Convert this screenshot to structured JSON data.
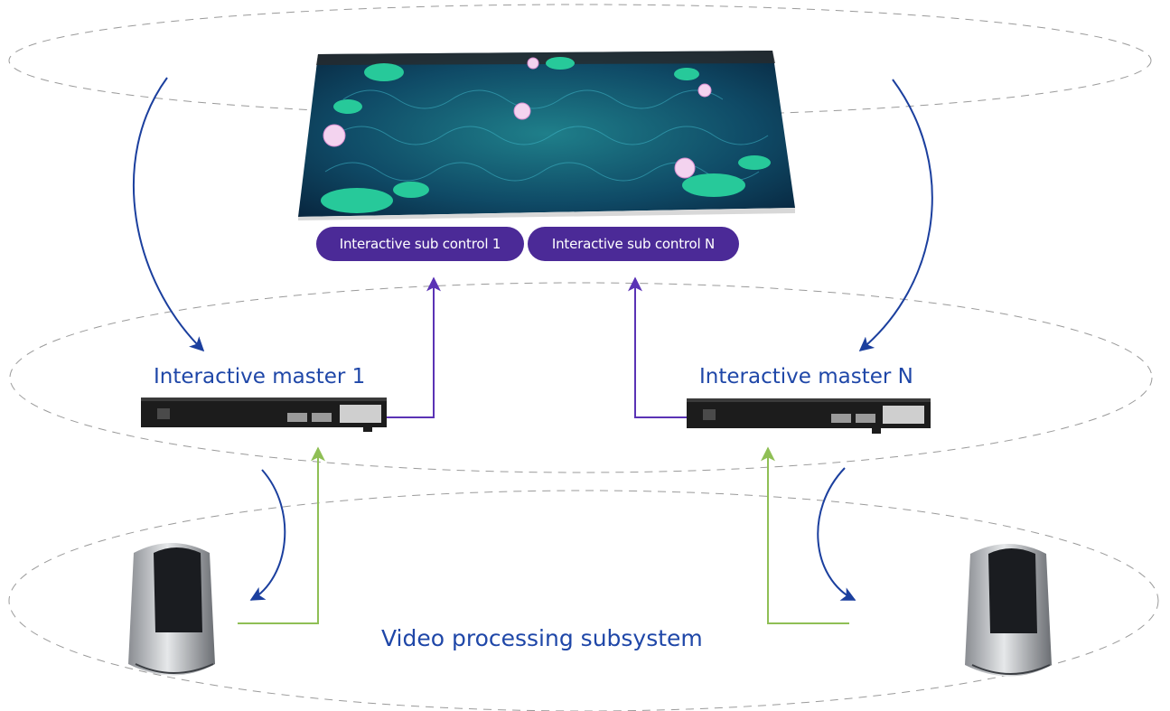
{
  "sub_controls": [
    {
      "label": "Interactive sub control 1"
    },
    {
      "label": "Interactive sub control N"
    }
  ],
  "masters": [
    {
      "label": "Interactive master 1"
    },
    {
      "label": "Interactive master N"
    }
  ],
  "subsystem": {
    "label": "Video processing subsystem"
  },
  "colors": {
    "ellipse_dash": "#9a9a9a",
    "curve_arrow": "#1b3f9e",
    "control_line": "#5a33b5",
    "return_line": "#8fbf55",
    "pill_bg": "#4b2a97",
    "label_text": "#1f47a8"
  },
  "icons": {
    "display": "interactive-floor-screen-icon",
    "master": "control-box-icon",
    "computer": "tower-pc-icon"
  }
}
